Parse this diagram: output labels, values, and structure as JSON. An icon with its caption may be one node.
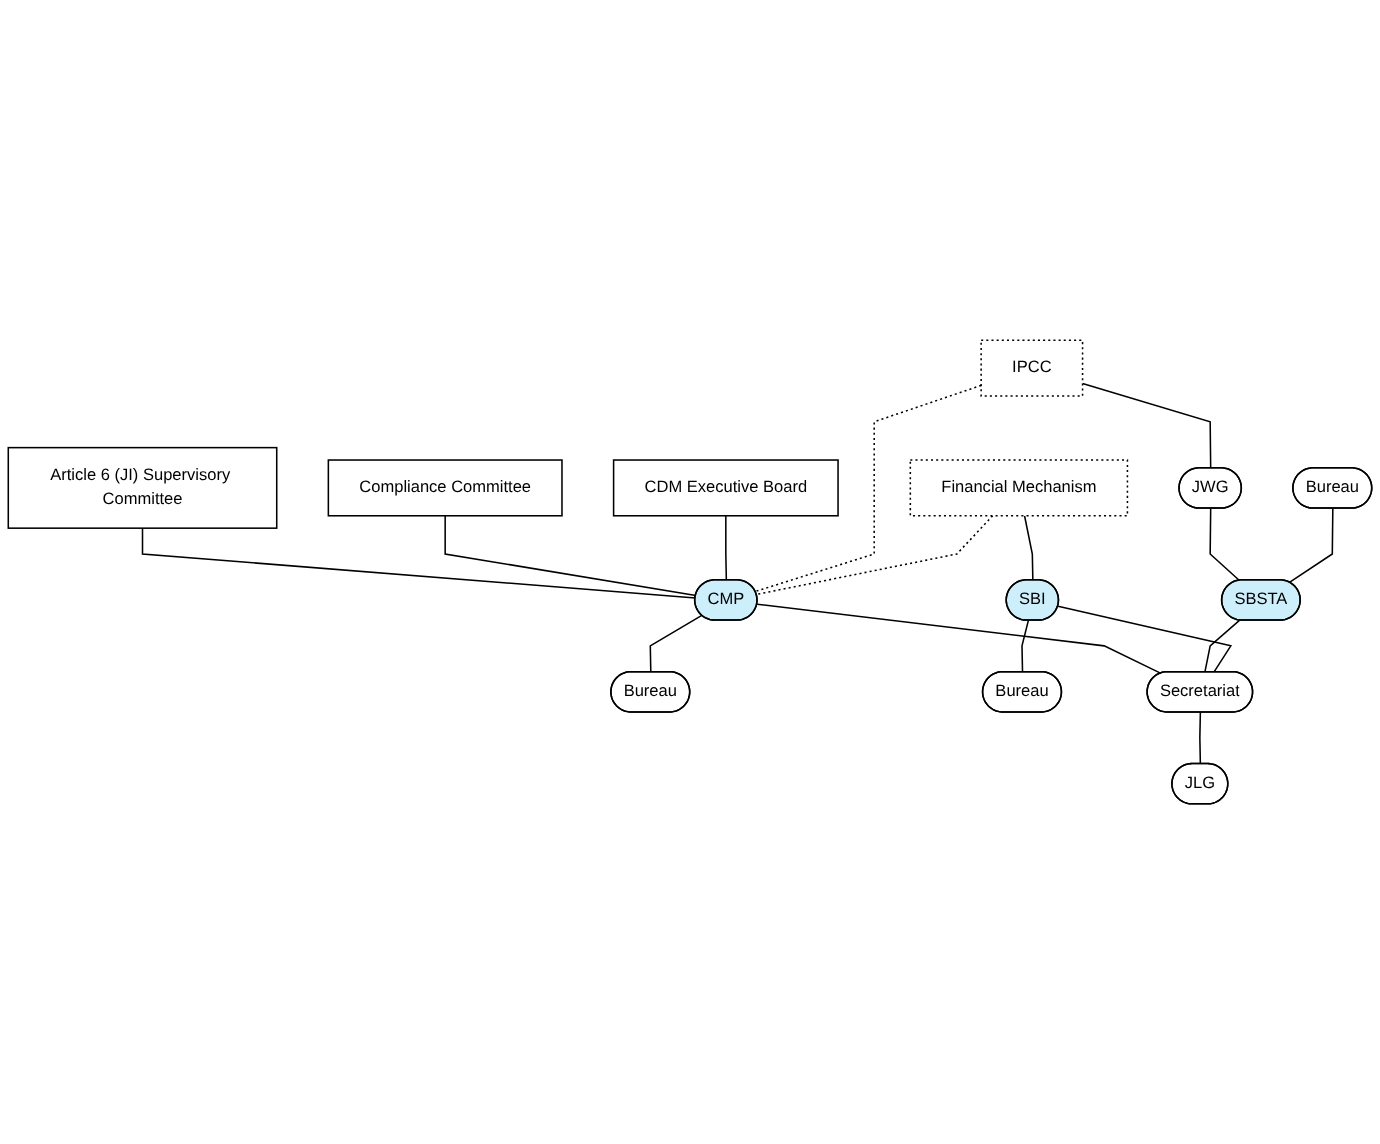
{
  "diagram": {
    "nodes": [
      {
        "text": [
          "Compliance Committee"
        ]
      },
      {
        "text": [
          "Article 6 (JI) Supervisory Committee"
        ]
      },
      {
        "text": [
          "CDM Executive Board"
        ]
      },
      {
        "text": [
          "CMP"
        ]
      },
      {
        "text": [
          "IPCC"
        ]
      },
      {
        "text": [
          "Financial Mechanism"
        ]
      },
      {
        "text": [
          "Bureau"
        ]
      },
      {
        "text": [
          "JWG"
        ]
      },
      {
        "text": [
          "Bureau"
        ]
      },
      {
        "text": [
          "SBSTA"
        ]
      },
      {
        "text": [
          "SBI"
        ]
      },
      {
        "text": [
          "Bureau"
        ]
      },
      {
        "text": [
          "Secretariat"
        ]
      },
      {
        "text": [
          "JLG"
        ]
      }
    ],
    "edges": [
      {
        "from": 1,
        "to": 3,
        "arrow": "none"
      },
      {
        "from": 0,
        "to": 3,
        "arrow": "none"
      },
      {
        "from": 2,
        "to": 3,
        "arrow": "none"
      },
      {
        "from": 4,
        "to": 3,
        "arrow": "none",
        "style": "dashed"
      },
      {
        "from": 5,
        "to": 3,
        "arrow": "none",
        "style": "dashed"
      },
      {
        "from": 3,
        "to": 6,
        "arrow": "none"
      },
      {
        "from": 4,
        "to": 7,
        "arrow": "none"
      },
      {
        "from": 7,
        "to": 9,
        "arrow": "none"
      },
      {
        "from": 8,
        "to": 9,
        "arrow": "none"
      },
      {
        "from": 3,
        "to": 12,
        "arrow": "none"
      },
      {
        "from": 9,
        "to": 12,
        "arrow": "none"
      },
      {
        "from": 10,
        "to": 12,
        "arrow": "none"
      },
      {
        "from": 5,
        "to": 10,
        "arrow": "none"
      },
      {
        "from": 10,
        "to": 11,
        "arrow": "none"
      },
      {
        "from": 12,
        "to": 13,
        "arrow": "none"
      }
    ]
  }
}
